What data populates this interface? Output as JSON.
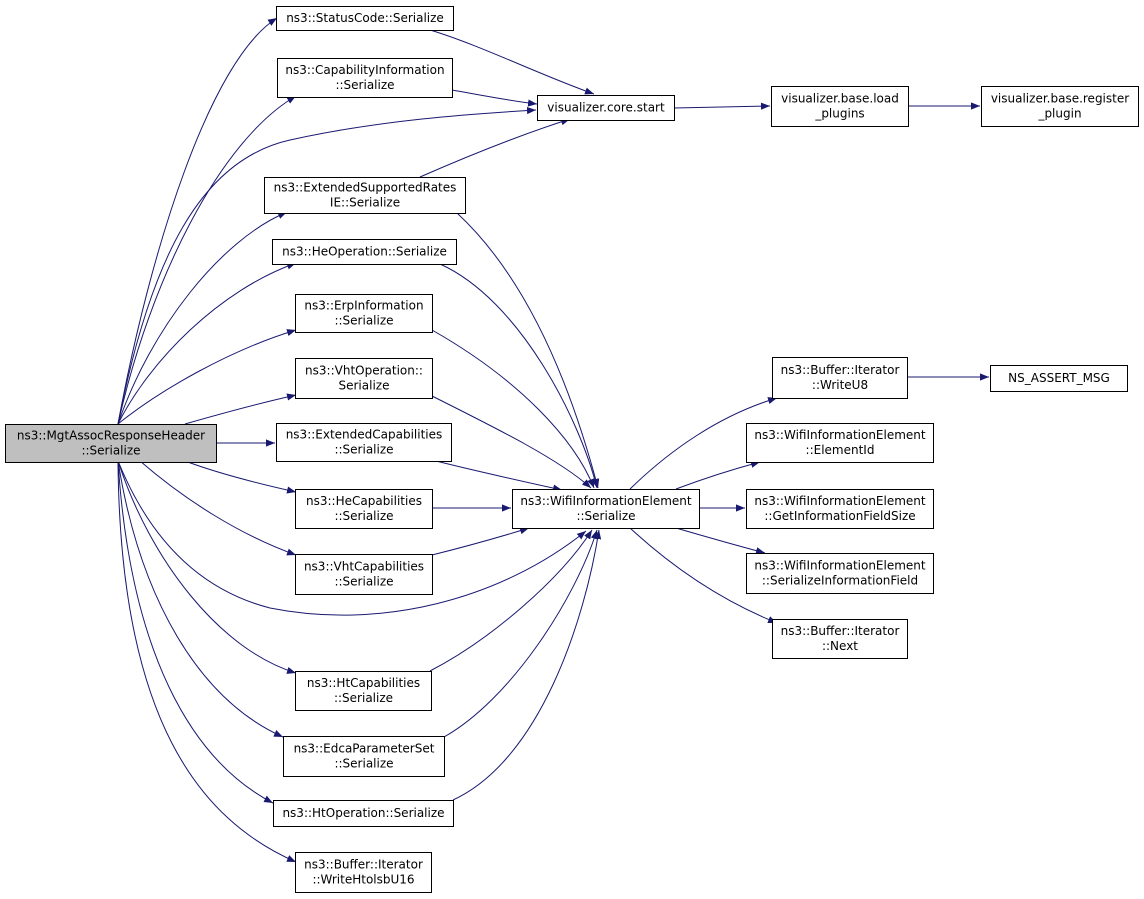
{
  "nodes": [
    {
      "id": "root",
      "lines": [
        "ns3::MgtAssocResponseHeader",
        "::Serialize"
      ],
      "highlight": true
    },
    {
      "id": "status",
      "lines": [
        "ns3::StatusCode::Serialize"
      ]
    },
    {
      "id": "capinfo",
      "lines": [
        "ns3::CapabilityInformation",
        "::Serialize"
      ]
    },
    {
      "id": "extrates",
      "lines": [
        "ns3::ExtendedSupportedRates",
        "IE::Serialize"
      ]
    },
    {
      "id": "heop",
      "lines": [
        "ns3::HeOperation::Serialize"
      ]
    },
    {
      "id": "erp",
      "lines": [
        "ns3::ErpInformation",
        "::Serialize"
      ]
    },
    {
      "id": "vhtop",
      "lines": [
        "ns3::VhtOperation::",
        "Serialize"
      ]
    },
    {
      "id": "extcap",
      "lines": [
        "ns3::ExtendedCapabilities",
        "::Serialize"
      ]
    },
    {
      "id": "hecap",
      "lines": [
        "ns3::HeCapabilities",
        "::Serialize"
      ]
    },
    {
      "id": "vhtcap",
      "lines": [
        "ns3::VhtCapabilities",
        "::Serialize"
      ]
    },
    {
      "id": "htcap",
      "lines": [
        "ns3::HtCapabilities",
        "::Serialize"
      ]
    },
    {
      "id": "edca",
      "lines": [
        "ns3::EdcaParameterSet",
        "::Serialize"
      ]
    },
    {
      "id": "htop",
      "lines": [
        "ns3::HtOperation::Serialize"
      ]
    },
    {
      "id": "writehtol",
      "lines": [
        "ns3::Buffer::Iterator",
        "::WriteHtolsbU16"
      ]
    },
    {
      "id": "vizstart",
      "lines": [
        "visualizer.core.start"
      ]
    },
    {
      "id": "vizload",
      "lines": [
        "visualizer.base.load",
        "_plugins"
      ]
    },
    {
      "id": "vizreg",
      "lines": [
        "visualizer.base.register",
        "_plugin"
      ]
    },
    {
      "id": "wie",
      "lines": [
        "ns3::WifiInformationElement",
        "::Serialize"
      ]
    },
    {
      "id": "writeu8",
      "lines": [
        "ns3::Buffer::Iterator",
        "::WriteU8"
      ]
    },
    {
      "id": "nsassert",
      "lines": [
        "NS_ASSERT_MSG"
      ]
    },
    {
      "id": "elemid",
      "lines": [
        "ns3::WifiInformationElement",
        "::ElementId"
      ]
    },
    {
      "id": "getsize",
      "lines": [
        "ns3::WifiInformationElement",
        "::GetInformationFieldSize"
      ]
    },
    {
      "id": "serfield",
      "lines": [
        "ns3::WifiInformationElement",
        "::SerializeInformationField"
      ]
    },
    {
      "id": "next",
      "lines": [
        "ns3::Buffer::Iterator",
        "::Next"
      ]
    }
  ],
  "edges": [
    [
      "root",
      "status"
    ],
    [
      "root",
      "capinfo"
    ],
    [
      "root",
      "vizstart"
    ],
    [
      "root",
      "extrates"
    ],
    [
      "root",
      "heop"
    ],
    [
      "root",
      "erp"
    ],
    [
      "root",
      "vhtop"
    ],
    [
      "root",
      "extcap"
    ],
    [
      "root",
      "hecap"
    ],
    [
      "root",
      "vhtcap"
    ],
    [
      "root",
      "wie"
    ],
    [
      "root",
      "htcap"
    ],
    [
      "root",
      "edca"
    ],
    [
      "root",
      "htop"
    ],
    [
      "root",
      "writehtol"
    ],
    [
      "status",
      "vizstart"
    ],
    [
      "capinfo",
      "vizstart"
    ],
    [
      "extrates",
      "vizstart"
    ],
    [
      "vizstart",
      "vizload"
    ],
    [
      "vizload",
      "vizreg"
    ],
    [
      "extrates",
      "wie"
    ],
    [
      "heop",
      "wie"
    ],
    [
      "erp",
      "wie"
    ],
    [
      "vhtop",
      "wie"
    ],
    [
      "extcap",
      "wie"
    ],
    [
      "hecap",
      "wie"
    ],
    [
      "vhtcap",
      "wie"
    ],
    [
      "htcap",
      "wie"
    ],
    [
      "edca",
      "wie"
    ],
    [
      "htop",
      "wie"
    ],
    [
      "wie",
      "writeu8"
    ],
    [
      "wie",
      "elemid"
    ],
    [
      "wie",
      "getsize"
    ],
    [
      "wie",
      "serfield"
    ],
    [
      "wie",
      "next"
    ],
    [
      "writeu8",
      "nsassert"
    ]
  ],
  "colors": {
    "edge": "#191970",
    "root_fill": "#bfbfbf",
    "node_fill": "#ffffff",
    "node_stroke": "#000000"
  }
}
